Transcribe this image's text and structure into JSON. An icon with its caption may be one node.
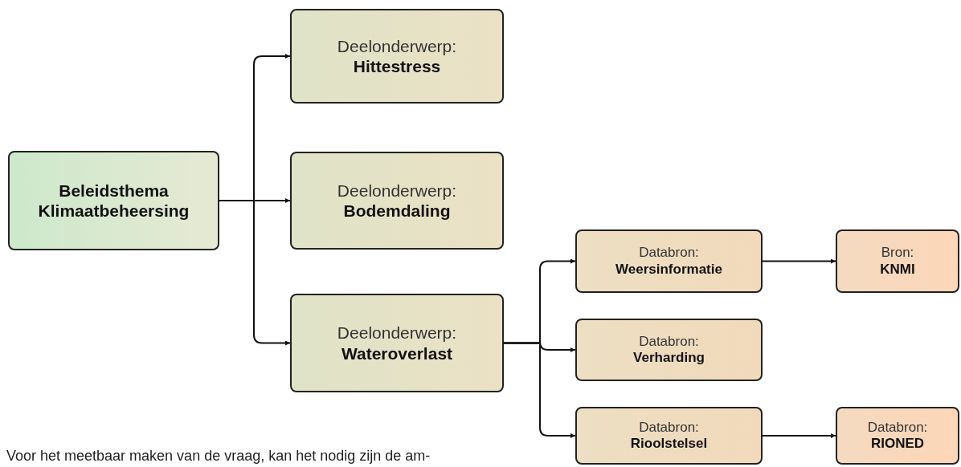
{
  "diagram": {
    "nodes": [
      {
        "text": [
          "Beleidsthema Klimaatbeheersing"
        ]
      },
      {
        "text": [
          "Deelonderwerp:",
          "Hittestress"
        ]
      },
      {
        "text": [
          "Deelonderwerp:",
          "Bodemdaling"
        ]
      },
      {
        "text": [
          "Deelonderwerp:",
          "Wateroverlast"
        ]
      },
      {
        "text": [
          "Databron:",
          "Weersinformatie"
        ]
      },
      {
        "text": [
          "Databron:",
          "Verharding"
        ]
      },
      {
        "text": [
          "Databron:",
          "Rioolstelsel"
        ]
      },
      {
        "text": [
          "Bron:",
          "KNMI"
        ]
      },
      {
        "text": [
          "Databron:",
          "RIONED"
        ]
      }
    ],
    "edges": [
      {
        "from": 0,
        "to": 1,
        "arrow": "to"
      },
      {
        "from": 0,
        "to": 2,
        "arrow": "to"
      },
      {
        "from": 0,
        "to": 3,
        "arrow": "to"
      },
      {
        "from": 3,
        "to": 4,
        "arrow": "to"
      },
      {
        "from": 3,
        "to": 5,
        "arrow": "to"
      },
      {
        "from": 3,
        "to": 6,
        "arrow": "to"
      },
      {
        "from": 4,
        "to": 7,
        "arrow": "to"
      },
      {
        "from": 6,
        "to": 8,
        "arrow": "to"
      }
    ],
    "labels": [
      "Voor het meetbaar maken van de vraag, kan het nodig zijn de am-"
    ]
  }
}
